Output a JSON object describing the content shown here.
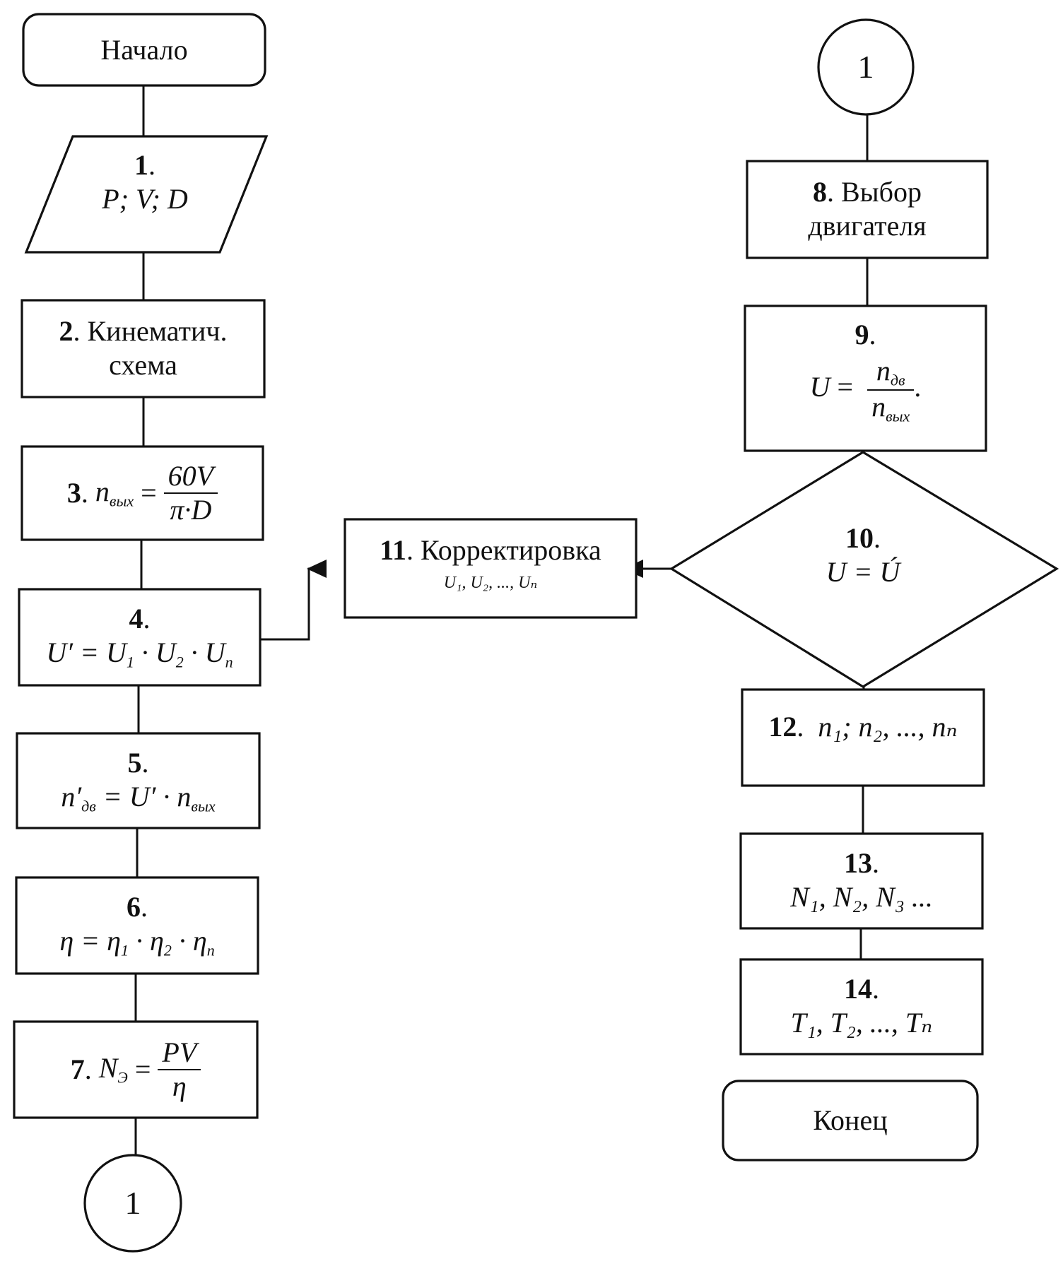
{
  "start": "Начало",
  "end": "Конец",
  "connector_label": "1",
  "b1": {
    "num": "1",
    "formula": "P; V; D"
  },
  "b2": {
    "num": "2",
    "text_line1": "Кинематич.",
    "text_line2": "схема"
  },
  "b3": {
    "num": "3",
    "lhs": "n",
    "lhs_sub": "вых",
    "num_top": "60V",
    "den_bottom": "π·D"
  },
  "b4": {
    "num": "4",
    "lhs": "U′",
    "rhs_a": "U",
    "sub1": "1",
    "rhs_b": "U",
    "sub2": "2",
    "rhs_c": "U",
    "subn": "n"
  },
  "b5": {
    "num": "5",
    "lhs": "n′",
    "lhs_sub": "дв",
    "rhs_a": "U′",
    "rhs_b": "n",
    "rhs_sub": "вых"
  },
  "b6": {
    "num": "6",
    "lhs": "η",
    "rhs_a": "η",
    "sub1": "1",
    "rhs_b": "η",
    "sub2": "2",
    "rhs_c": "η",
    "subn": "n"
  },
  "b7": {
    "num": "7",
    "lhs": "N",
    "lhs_sub": "Э",
    "num_top": "PV",
    "den_bottom": "η"
  },
  "b8": {
    "num": "8",
    "text_line1": "Выбор",
    "text_line2": "двигателя"
  },
  "b9": {
    "num": "9",
    "lhs": "U",
    "top": "n",
    "top_sub": "дв",
    "bottom": "n",
    "bottom_sub": "вых"
  },
  "b10": {
    "num": "10",
    "formula": "U = Ú"
  },
  "b11": {
    "num": "11",
    "text": "Корректировка",
    "sub_formula": "U₁, U₂, ..., Uₙ"
  },
  "b12": {
    "num": "12",
    "formula": "n₁; n₂, ..., nₙ"
  },
  "b13": {
    "num": "13",
    "formula": "N₁, N₂, N₃ ..."
  },
  "b14": {
    "num": "14",
    "formula": "T₁, T₂, ..., Tₙ"
  }
}
